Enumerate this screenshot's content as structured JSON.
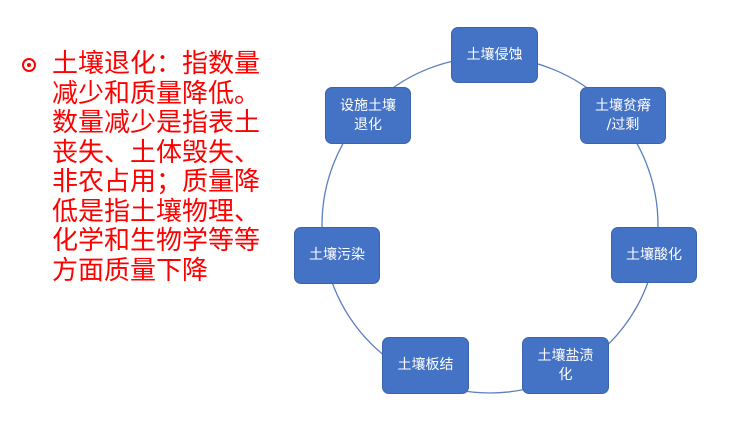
{
  "bullet": {
    "text": "土壤退化：指数量减少和质量降低。数量减少是指表土丧失、土体毁失、非农占用；质量降低是指土壤物理、化学和生物学等等方面质量下降"
  },
  "colors": {
    "bullet_text": "#ff0000",
    "node_fill": "#4472c4",
    "circle_stroke": "#5b7fbf"
  },
  "cycle": {
    "nodes": [
      {
        "id": "erosion",
        "label": "土壤侵蚀"
      },
      {
        "id": "depletion",
        "label": "土壤贫瘠\n/过剩"
      },
      {
        "id": "acidification",
        "label": "土壤酸化"
      },
      {
        "id": "salinization",
        "label": "土壤盐渍\n化"
      },
      {
        "id": "compaction",
        "label": "土壤板结"
      },
      {
        "id": "pollution",
        "label": "土壤污染"
      },
      {
        "id": "facility",
        "label": "设施土壤\n退化"
      }
    ]
  }
}
